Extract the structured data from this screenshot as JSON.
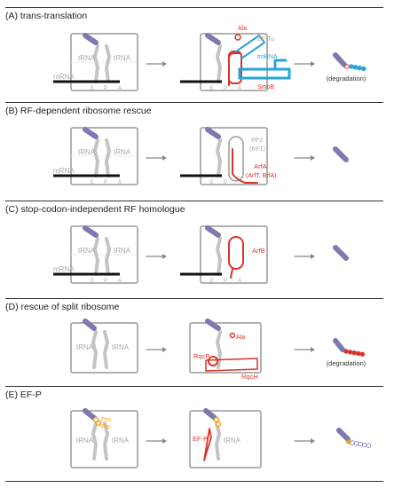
{
  "panels": [
    {
      "title": "(A) trans-translation",
      "labels": {
        "mrna": "mRNA",
        "trna_left": "tRNA",
        "trna_right": "tRNA",
        "site_e": "E",
        "site_p": "P",
        "site_a": "A"
      },
      "factors": {
        "ala": "Ala",
        "ef_tu": "EF-Tu",
        "tmrna": "tmRNA",
        "smpb": "SmpB"
      },
      "result": "(degradation)"
    },
    {
      "title": "(B) RF-dependent ribosome rescue",
      "labels": {
        "mrna": "mRNA",
        "trna_left": "tRNA",
        "trna_right": "tRNA",
        "site_e": "E",
        "site_p": "P",
        "site_a": "A"
      },
      "factors": {
        "rf2": "RF2",
        "rf1": "(RF1)",
        "arfa": "ArfA",
        "arfa_alt": "(ArfT, BrfA)"
      }
    },
    {
      "title": "(C) stop-codon-independent RF homologue",
      "labels": {
        "mrna": "mRNA",
        "trna_left": "tRNA",
        "trna_right": "tRNA",
        "site_e": "E",
        "site_p": "P",
        "site_a": "A"
      },
      "factors": {
        "arfb": "ArfB"
      }
    },
    {
      "title": "(D) rescue of split ribosome",
      "labels": {
        "trna_left": "tRNA",
        "trna_right": "tRNA"
      },
      "factors": {
        "ala": "Ala",
        "rqcp": "RqcP",
        "rqch": "RqcH"
      },
      "result": "(degradation)"
    },
    {
      "title": "(E) EF-P",
      "labels": {
        "pro1": "Pro",
        "pro2": "Pro",
        "trna_left": "tRNA",
        "trna_right": "tRNA"
      },
      "factors": {
        "efp": "EF-P",
        "trna_right": "tRNA"
      }
    }
  ],
  "colors": {
    "rule": "#333333",
    "ribosome": "#999999",
    "trna": "#c4c4c4",
    "mrna": "#111111",
    "peptide": "#7c7ab0",
    "factor_red": "#d9342b",
    "factor_blue": "#27a4d8",
    "proline": "#f2a21b",
    "arrow": "#888888",
    "label_gray": "#aaaaaa"
  }
}
